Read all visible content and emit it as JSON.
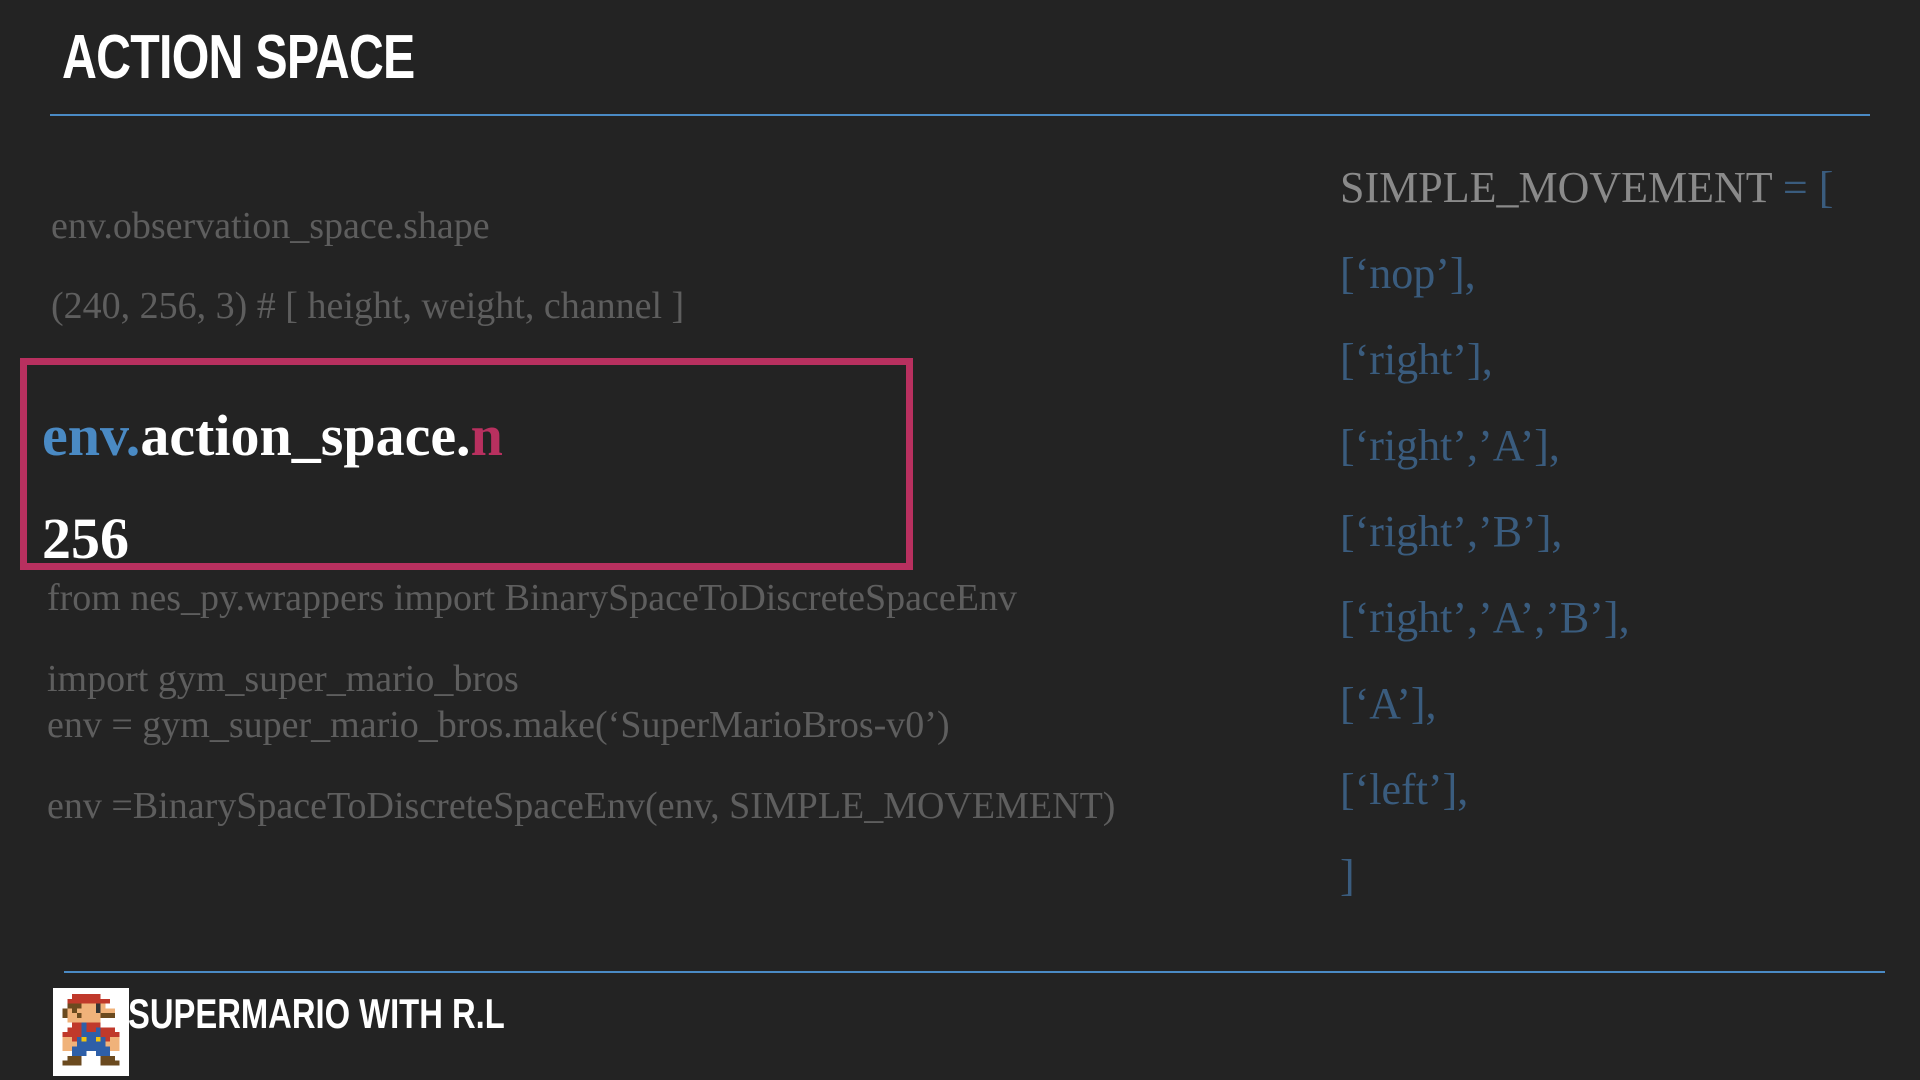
{
  "slide": {
    "title": "ACTION SPACE",
    "accent_color": "#4a8ac4",
    "highlight_color": "#b8305f"
  },
  "left": {
    "obs_call": "env.observation_space.shape",
    "obs_result": "(240, 256, 3) # [ height, weight, channel ]",
    "action_obj": "env.",
    "action_attr": "action_space.",
    "action_n": "n",
    "action_value": "256",
    "import_wrapper": "from nes_py.wrappers import BinarySpaceToDiscreteSpaceEnv",
    "import_mario": "import gym_super_mario_bros",
    "make_env": "env = gym_super_mario_bros.make(‘SuperMarioBros-v0’)",
    "wrap_env": "env =BinarySpaceToDiscreteSpaceEnv(env, SIMPLE_MOVEMENT)"
  },
  "right": {
    "name": "SIMPLE_MOVEMENT",
    "assign": " = [",
    "items": [
      "[‘nop’],",
      "[‘right’],",
      "[‘right’,’A’],",
      "[‘right’,’B’],",
      "[‘right’,’A’,’B’],",
      "[‘A’],",
      "[‘left’],",
      "]"
    ]
  },
  "footer": {
    "text": "SUPERMARIO WITH R.L",
    "logo_icon": "mario-pixel-icon"
  }
}
